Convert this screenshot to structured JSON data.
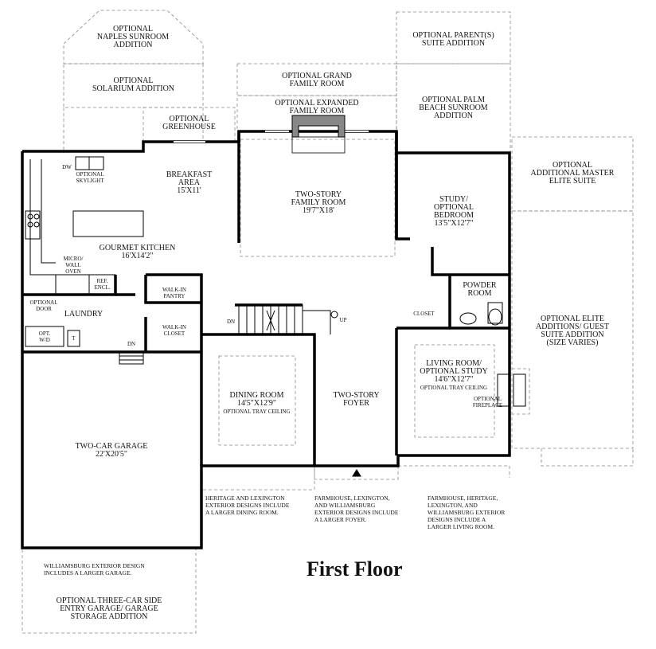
{
  "title": "First Floor",
  "rooms": {
    "breakfast": [
      "BREAKFAST",
      "AREA",
      "15'X11'"
    ],
    "family": [
      "TWO-STORY",
      "FAMILY ROOM",
      "19'7\"X18'"
    ],
    "study": [
      "STUDY/",
      "OPTIONAL",
      "BEDROOM",
      "13'5\"X12'7\""
    ],
    "kitchen": [
      "GOURMET KITCHEN",
      "16'X14'2\""
    ],
    "powder": [
      "POWDER",
      "ROOM"
    ],
    "laundry": "LAUNDRY",
    "walkin_pantry": [
      "WALK-IN",
      "PANTRY"
    ],
    "walkin_closet": [
      "WALK-IN",
      "CLOSET"
    ],
    "closet": "CLOSET",
    "living": [
      "LIVING ROOM/",
      "OPTIONAL STUDY",
      "14'6\"X12'7\""
    ],
    "living_ceiling": "OPTIONAL TRAY CEILING",
    "dining": [
      "DINING ROOM",
      "14'5\"X12'9\""
    ],
    "dining_ceiling": "OPTIONAL TRAY CEILING",
    "foyer": [
      "TWO-STORY",
      "FOYER"
    ],
    "garage": [
      "TWO-CAR GARAGE",
      "22'X20'5\""
    ]
  },
  "optional": {
    "naples": [
      "OPTIONAL",
      "NAPLES SUNROOM",
      "ADDITION"
    ],
    "solarium": [
      "OPTIONAL",
      "SOLARIUM ADDITION"
    ],
    "greenhouse": [
      "OPTIONAL",
      "GREENHOUSE"
    ],
    "grand_family": [
      "OPTIONAL GRAND",
      "FAMILY ROOM"
    ],
    "expanded_family": [
      "OPTIONAL EXPANDED",
      "FAMILY ROOM"
    ],
    "parents_suite": [
      "OPTIONAL PARENT(S)",
      "SUITE ADDITION"
    ],
    "palm_beach": [
      "OPTIONAL PALM",
      "BEACH SUNROOM",
      "ADDITION"
    ],
    "master_elite": [
      "OPTIONAL",
      "ADDITIONAL MASTER",
      "ELITE SUITE"
    ],
    "elite_additions": [
      "OPTIONAL ELITE",
      "ADDITIONS/ GUEST",
      "SUITE ADDITION",
      "(SIZE VARIES)"
    ],
    "three_car": [
      "OPTIONAL THREE-CAR SIDE",
      "ENTRY GARAGE/ GARAGE",
      "STORAGE ADDITION"
    ]
  },
  "small_labels": {
    "dw": "DW",
    "skylight": [
      "OPTIONAL",
      "SKYLIGHT"
    ],
    "micro": [
      "MICRO/",
      "WALL",
      "OVEN"
    ],
    "ref": [
      "REF.",
      "ENCL."
    ],
    "door": [
      "OPTIONAL",
      "DOOR"
    ],
    "wd": [
      "OPT.",
      "W/D"
    ],
    "t": "T",
    "dn_laundry": "DN",
    "dn_stairs": "DN",
    "up_stairs": "UP",
    "fireplace": [
      "OPTIONAL",
      "FIREPLACE"
    ]
  },
  "notes": {
    "heritage": [
      "HERITAGE AND LEXINGTON",
      "EXTERIOR DESIGNS INCLUDE",
      "A LARGER DINING ROOM."
    ],
    "farmhouse_foyer": [
      "FARMHOUSE, LEXINGTON,",
      "AND WILLIAMSBURG",
      "EXTERIOR DESIGNS INCLUDE",
      "A LARGER FOYER."
    ],
    "farmhouse_living": [
      "FARMHOUSE, HERITAGE,",
      "LEXINGTON, AND",
      "WILLIAMSBURG EXTERIOR",
      "DESIGNS INCLUDE A",
      "LARGER LIVING ROOM."
    ],
    "williamsburg": [
      "WILLIAMSBURG EXTERIOR DESIGN",
      "INCLUDES A LARGER GARAGE."
    ]
  }
}
